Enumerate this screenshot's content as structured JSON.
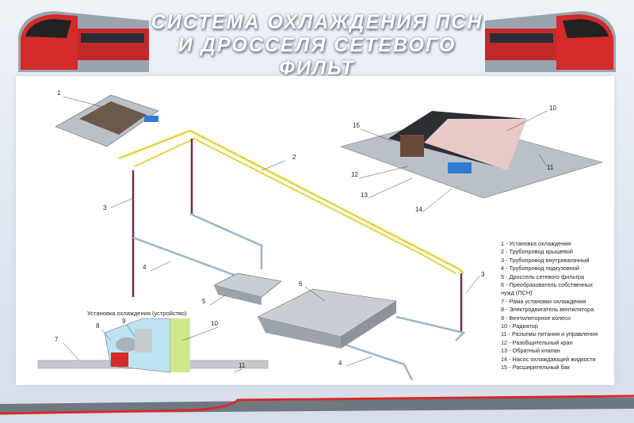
{
  "title": {
    "line1": "СИСТЕМА ОХЛАЖДЕНИЯ ПСН",
    "line2": "И ДРОССЕЛЯ СЕТЕВОГО ФИЛЬТ"
  },
  "subcaption": "Установка охлаждения (устройство)",
  "callouts": [
    "1",
    "2",
    "3",
    "3",
    "4",
    "4",
    "5",
    "6",
    "7",
    "8",
    "9",
    "10",
    "11",
    "10",
    "15",
    "12",
    "13",
    "14",
    "11"
  ],
  "legend": [
    "1 - Установка охлаждения",
    "2 - Трубопровод крышевой",
    "3 - Трубопровод внутривагонный",
    "4 - Трубопровод подкузовной",
    "5 - Дроссель сетевого фильтра",
    "6 - Преобразователь собственных",
    "нужд (ПСН)",
    "7 - Рама установки охлаждения",
    "8 - Электродвигатель вентилятора",
    "9 - Вентиляторное колесо",
    "10 - Радиатор",
    "11 - Разъемы питания и управления",
    "12 - Разобщительный кран",
    "13 - Обратный клапан",
    "14 - Насос охлаждающей жидкости",
    "15 - Расширительный бак"
  ],
  "colors": {
    "accent": "#d52b2b",
    "pipe_roof": "#e6d23a",
    "pipe_inner": "#7a2a45",
    "pipe_under": "#9ab4c8"
  }
}
